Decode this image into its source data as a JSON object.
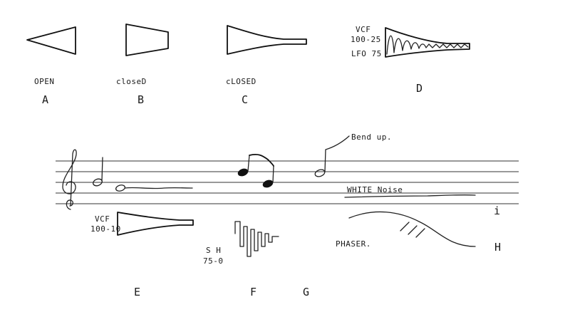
{
  "labels": {
    "a_caption": "OPEN",
    "a_letter": "A",
    "b_caption": "closeD",
    "b_letter": "B",
    "c_caption": "cLOSED",
    "c_letter": "C",
    "d_vcf": "VCF",
    "d_vcf_range": "100-25",
    "d_lfo": "LFO 75",
    "d_letter": "D",
    "bend": "Bend up.",
    "white_noise": "WHITE Noise",
    "i_letter": "i",
    "e_vcf": "VCF",
    "e_vcf_range": "100-10",
    "e_letter": "E",
    "f_sh": "S H",
    "f_range": "75-0",
    "f_letter": "F",
    "g_letter": "G",
    "phaser": "PHASER.",
    "h_letter": "H"
  }
}
